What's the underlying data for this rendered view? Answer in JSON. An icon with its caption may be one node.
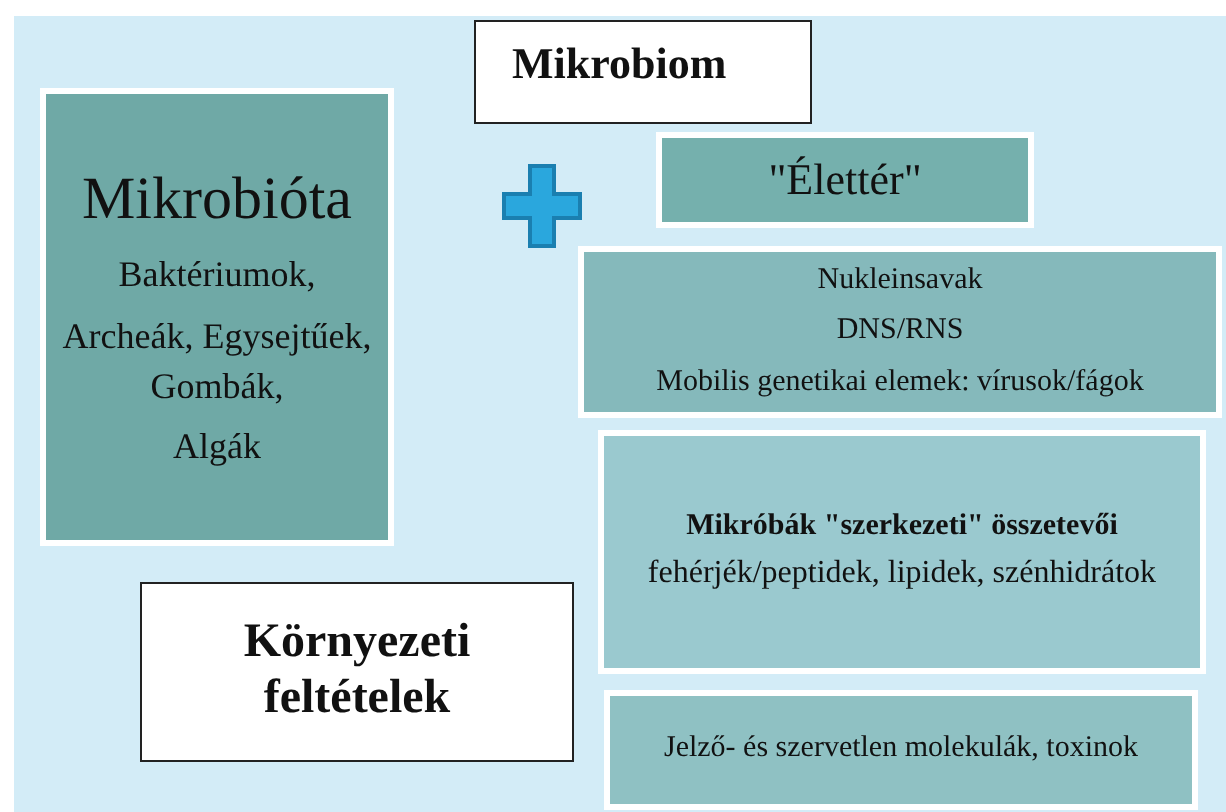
{
  "diagram": {
    "nodes": [
      {
        "text": [
          "Mikrobiom"
        ]
      },
      {
        "text": [
          "Mikrobióta",
          "Baktériumok,",
          "Archeák, Egysejtűek,",
          "Gombák,",
          "Algák"
        ]
      },
      {
        "text": [
          "\"Élettér\""
        ]
      },
      {
        "text": [
          "Nukleinsavak",
          "DNS/RNS",
          "Mobilis genetikai elemek: vírusok/fágok"
        ]
      },
      {
        "text": [
          "Mikróbák \"szerkezeti\" összetevői",
          "fehérjék/peptidek, lipidek, szénhidrátok"
        ]
      },
      {
        "text": [
          "Környezeti feltételek"
        ]
      },
      {
        "text": [
          "Jelző- és szervetlen molekulák, toxinok"
        ]
      }
    ]
  }
}
